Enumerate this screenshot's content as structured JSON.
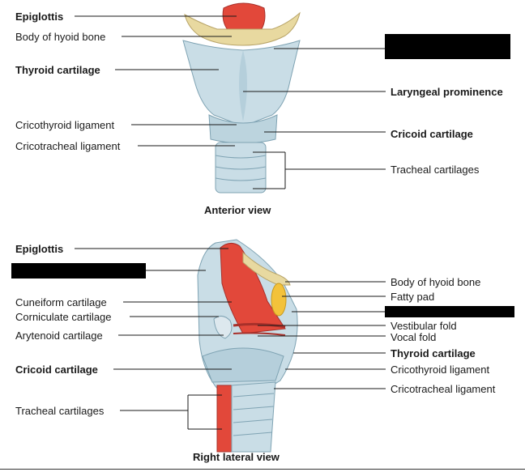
{
  "anterior": {
    "caption": "Anterior view",
    "labels": {
      "epiglottis": "Epiglottis",
      "body_hyoid": "Body of hyoid bone",
      "thyroid_cartilage": "Thyroid cartilage",
      "cricothyroid_ligament": "Cricothyroid ligament",
      "cricotracheal_ligament": "Cricotracheal ligament",
      "laryngeal_prominence": "Laryngeal prominence",
      "cricoid_cartilage": "Cricoid cartilage",
      "tracheal_cartilages": "Tracheal cartilages"
    }
  },
  "lateral": {
    "caption": "Right lateral view",
    "labels": {
      "epiglottis": "Epiglottis",
      "cuneiform_cartilage": "Cuneiform cartilage",
      "corniculate_cartilage": "Corniculate cartilage",
      "arytenoid_cartilage": "Arytenoid cartilage",
      "cricoid_cartilage": "Cricoid cartilage",
      "tracheal_cartilages": "Tracheal cartilages",
      "body_hyoid": "Body of hyoid bone",
      "fatty_pad": "Fatty pad",
      "vestibular_fold": "Vestibular fold",
      "vocal_fold": "Vocal fold",
      "thyroid_cartilage": "Thyroid cartilage",
      "cricothyroid_ligament": "Cricothyroid ligament",
      "cricotracheal_ligament": "Cricotracheal ligament"
    }
  },
  "colors": {
    "cartilage": "#c9dde6",
    "cartilage_dark": "#9fbfcc",
    "bone": "#e8d9a0",
    "muscle": "#e2483a",
    "fat": "#f3c23a",
    "redaction": "#000000"
  }
}
